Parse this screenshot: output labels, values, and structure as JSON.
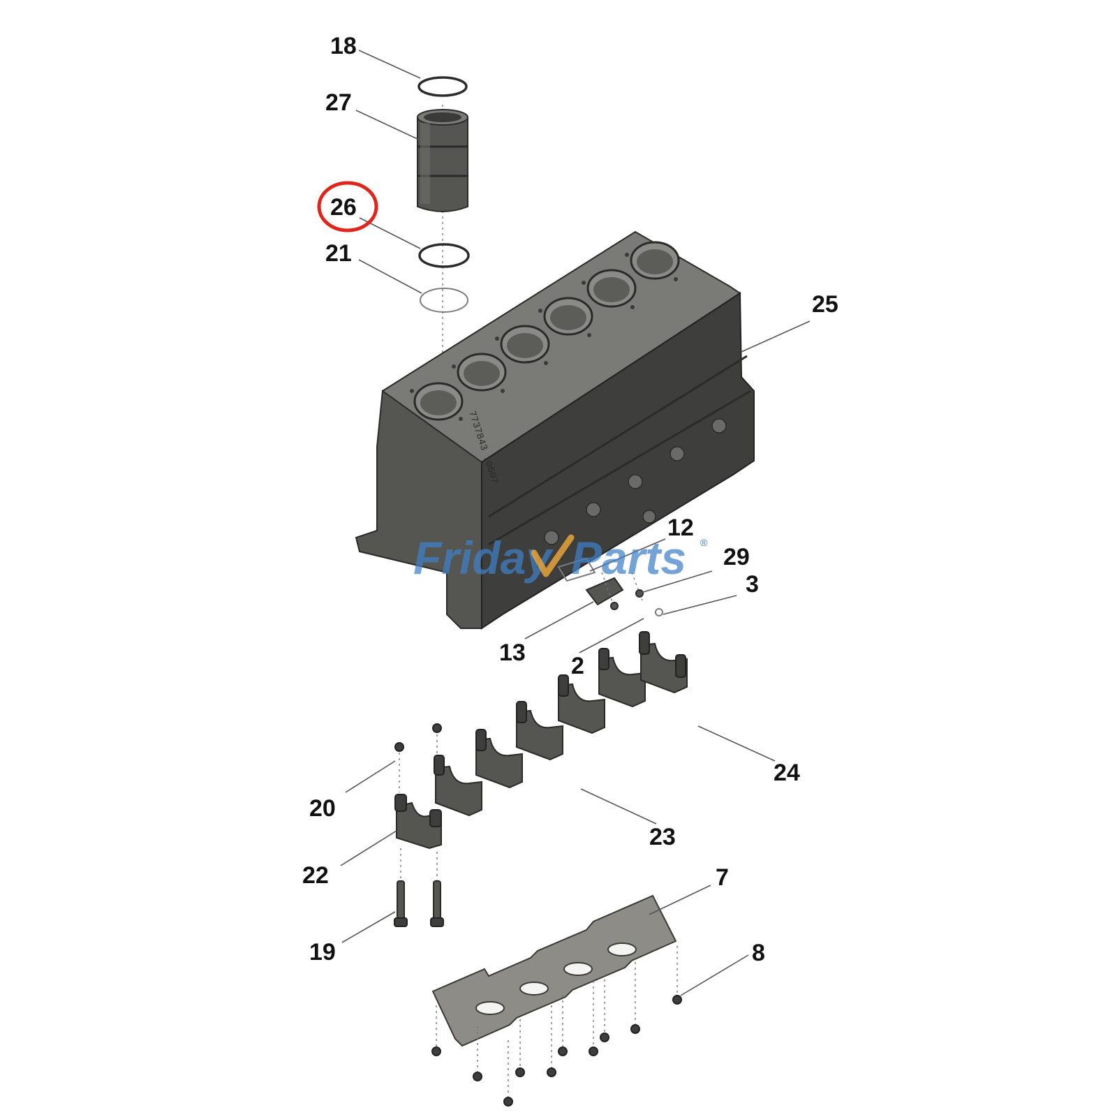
{
  "diagram": {
    "callouts": {
      "c18": "18",
      "c27": "27",
      "c26": "26",
      "c21": "21",
      "c25": "25",
      "c12": "12",
      "c29": "29",
      "c3": "3",
      "c13": "13",
      "c2": "2",
      "c24": "24",
      "c20": "20",
      "c23": "23",
      "c22": "22",
      "c7": "7",
      "c8": "8",
      "c19": "19"
    },
    "highlighted_callout": "26",
    "highlight_color": "#e0261c",
    "part_stamp": "7737843 .0607"
  },
  "watermark": {
    "brand_part1": "Friday",
    "brand_part2": "Parts",
    "registered": "®",
    "color": "#3f7fc9",
    "accent_color": "#e8a33a"
  },
  "colors": {
    "metal": "#555652",
    "plate": "#8e8c86",
    "leader": "#555555"
  }
}
